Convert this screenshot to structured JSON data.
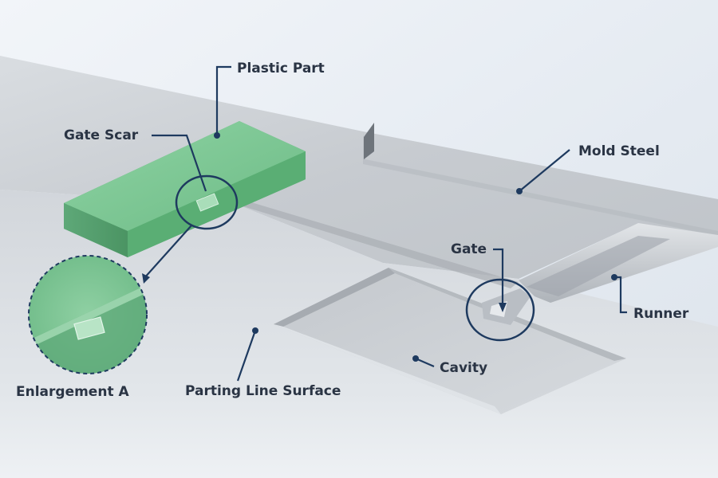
{
  "labels": {
    "plastic_part": "Plastic Part",
    "gate_scar": "Gate Scar",
    "mold_steel": "Mold Steel",
    "gate": "Gate",
    "runner": "Runner",
    "cavity": "Cavity",
    "enlargement": "Enlargement A",
    "parting_line_surface": "Parting Line Surface"
  },
  "colors": {
    "background": "#e9eef4",
    "steel": "#c9cdd2",
    "plastic": "#7cc694",
    "leader": "#1e3a5f",
    "text": "#2a3444"
  }
}
